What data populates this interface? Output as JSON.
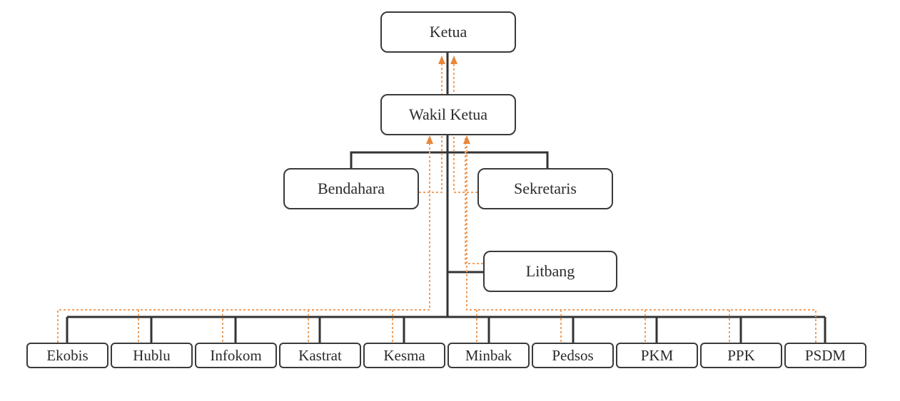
{
  "org_chart": {
    "top": {
      "label": "Ketua"
    },
    "deputy": {
      "label": "Wakil Ketua"
    },
    "treasurer": {
      "label": "Bendahara"
    },
    "secretary": {
      "label": "Sekretaris"
    },
    "research": {
      "label": "Litbang"
    },
    "divisions": [
      {
        "label": "Ekobis"
      },
      {
        "label": "Hublu"
      },
      {
        "label": "Infokom"
      },
      {
        "label": "Kastrat"
      },
      {
        "label": "Kesma"
      },
      {
        "label": "Minbak"
      },
      {
        "label": "Pedsos"
      },
      {
        "label": "PKM"
      },
      {
        "label": "PPK"
      },
      {
        "label": "PSDM"
      }
    ]
  },
  "colors": {
    "solid_line": "#333333",
    "dotted_line": "#f0a060",
    "arrow": "#e8873a",
    "box_border": "#3a3a3a",
    "text": "#2b2b2b"
  }
}
